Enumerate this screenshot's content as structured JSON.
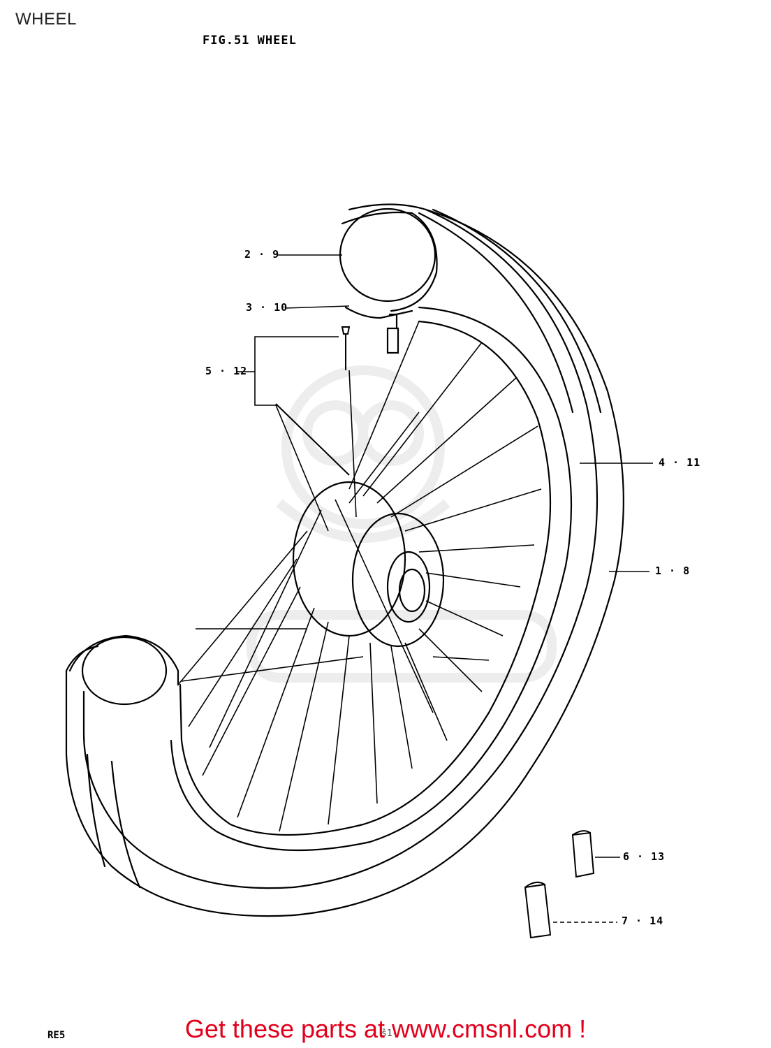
{
  "header": {
    "label": "WHEEL"
  },
  "figure": {
    "title": "FIG.51  WHEEL"
  },
  "callouts": [
    {
      "id": "c1",
      "text": "2 · 9"
    },
    {
      "id": "c2",
      "text": "3 · 10"
    },
    {
      "id": "c3",
      "text": "5 · 12"
    },
    {
      "id": "c4",
      "text": "4 · 11"
    },
    {
      "id": "c5",
      "text": "1 · 8"
    },
    {
      "id": "c6",
      "text": "6 · 13"
    },
    {
      "id": "c7",
      "text": "7 · 14"
    }
  ],
  "footer": {
    "model_code": "RE5",
    "page_mark": "ŝ1-",
    "banner": "Get these parts at www.cmsnl.com !"
  },
  "colors": {
    "banner": "#e0001b",
    "line": "#000000",
    "watermark": "#dddddd"
  }
}
